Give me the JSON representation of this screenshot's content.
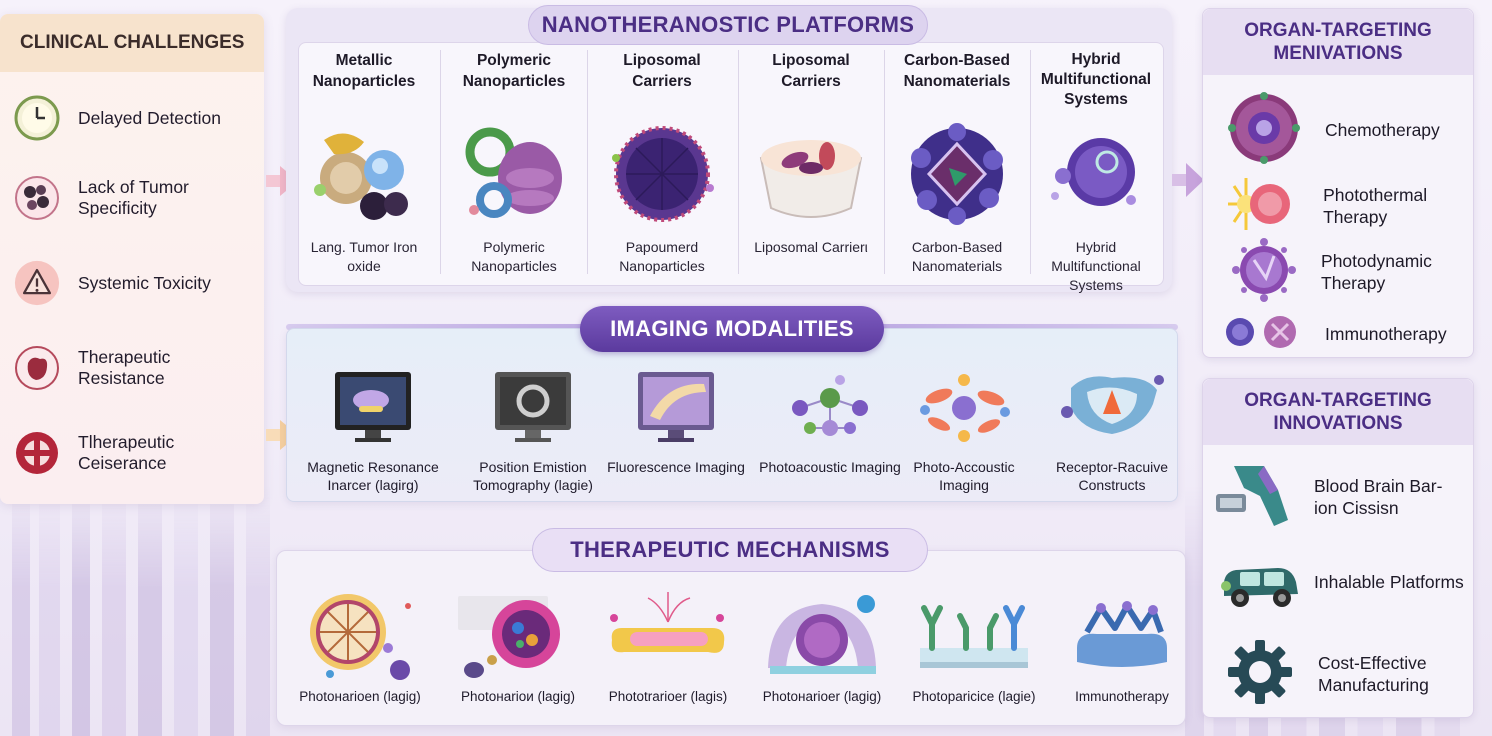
{
  "clinical_challenges": {
    "title": "CLINICAL CHALLENGES",
    "items": [
      {
        "label": "Delayed Detection",
        "icon": "clock-icon"
      },
      {
        "label": "Lack of Tumor Specificity",
        "icon": "cell-cluster-icon"
      },
      {
        "label": "Systemic Toxicity",
        "icon": "warning-icon"
      },
      {
        "label": "Therapeutic Resistance",
        "icon": "organ-icon"
      },
      {
        "label": "Tlherapeutic Ceiserance",
        "icon": "cross-target-icon"
      }
    ]
  },
  "platforms": {
    "title": "NANOTHERANOSTIC PLATFORMS",
    "items": [
      {
        "title": "Metallic Nanoparticles",
        "subtitle": "Lang. Tumor Iron oxide"
      },
      {
        "title": "Polymeric Nanoparticles",
        "subtitle": "Polymeric Nanoparticles"
      },
      {
        "title": "Liposomal Carriers",
        "subtitle": "Papoumerd Nanoparticles"
      },
      {
        "title": "Liposomal Carriers",
        "subtitle": "Liposomal Carrierι"
      },
      {
        "title": "Carbon-Based Nanomaterials",
        "subtitle": "Carbon-Based Nanomaterials"
      },
      {
        "title": "Hybrid Multifunctional Systems",
        "subtitle": "Hybrid Multifunctional Systems"
      }
    ]
  },
  "imaging": {
    "title": "IMAGING MODALITIES",
    "items": [
      {
        "label": "Magnetic Resonance Inarcer (lagirg)"
      },
      {
        "label": "Position Emistion Tomography (lagie)"
      },
      {
        "label": "Fluorescence Imaging"
      },
      {
        "label": "Photoacoustic Imaging"
      },
      {
        "label": "Photo-Accoustic Imaging"
      },
      {
        "label": "Receptor-Racuive Constructs"
      }
    ]
  },
  "therapeutic": {
    "title": "THERAPEUTIC MECHANISMS",
    "items": [
      {
        "label": "Photoнarioen (lagig)"
      },
      {
        "label": "Photoнarioи (lagig)"
      },
      {
        "label": "Phototrarioer (lagis)"
      },
      {
        "label": "Photoнarioer (lagig)"
      },
      {
        "label": "Photoparicice (lagie)"
      },
      {
        "label": "Immunotherapy"
      }
    ]
  },
  "menivations": {
    "title": "ORGAN-TARGETING MENIVATIONS",
    "items": [
      {
        "label": "Chemotherapy"
      },
      {
        "label": "Photothermal Therapy"
      },
      {
        "label": "Photodynamic Therapy"
      },
      {
        "label": "Immunotherapy"
      }
    ]
  },
  "innovations": {
    "title": "ORGAN-TARGETING INNOVATIONS",
    "items": [
      {
        "label": "Blood Brain Bar-ion Cissisn"
      },
      {
        "label": "Inhalable Platforms"
      },
      {
        "label": "Cost-Effective Manufacturing"
      }
    ]
  }
}
